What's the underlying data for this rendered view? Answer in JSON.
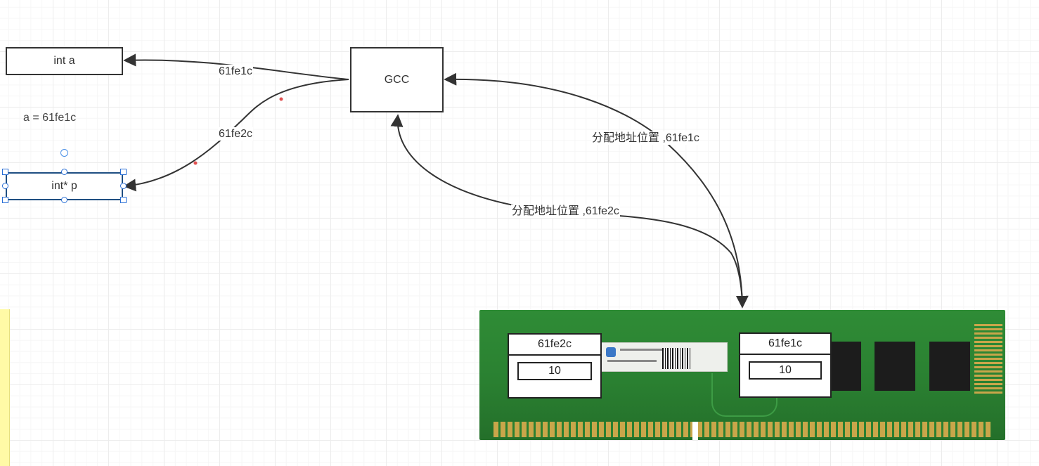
{
  "nodes": {
    "int_a": "int a",
    "int_p": "int* p",
    "gcc": "GCC",
    "a_value": "a = 61fe1c"
  },
  "edge_labels": {
    "gcc_to_int_a": "61fe1c",
    "gcc_to_int_p": "61fe2c",
    "gcc_alloc_61fe1c": "分配地址位置 ,61fe1c",
    "gcc_alloc_61fe2c": "分配地址位置 ,61fe2c"
  },
  "memory": {
    "cells": [
      {
        "address": "61fe2c",
        "value": "10"
      },
      {
        "address": "61fe1c",
        "value": "10"
      }
    ]
  },
  "colors": {
    "edge": "#333333",
    "selection": "#2a6fd6",
    "waypoint": "#e05050",
    "ram_board": "#2a8031"
  }
}
